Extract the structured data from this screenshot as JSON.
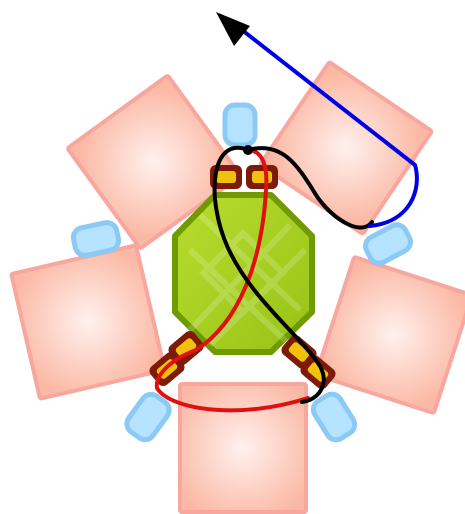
{
  "diagram": {
    "description": "",
    "colors": {
      "tile_fill_center": "#fff1ee",
      "tile_fill_edge": "#fbb9a5",
      "tile_stroke": "#f7a79e",
      "bead_blue_fill": "#b6e3ff",
      "bead_blue_stroke": "#8ccaf6",
      "center_fill": "#a5cf1b",
      "center_stroke": "#6f9a00",
      "bead_brown_fill": "#7e1a08",
      "bead_yellow": "#f1c20c",
      "thread_red": "#e11010",
      "thread_black": "#000000",
      "thread_blue": "#0000e6"
    },
    "elements": {
      "tiles": [
        "top-left",
        "top-right",
        "left",
        "right",
        "bottom"
      ],
      "blue_beads": [
        "top",
        "left",
        "right",
        "bottom-left",
        "bottom-right"
      ],
      "center_octagon": "green-octagon",
      "brown_bead_pairs": [
        "top",
        "bottom-left",
        "bottom-right"
      ],
      "threads": [
        "red-thread",
        "black-thread",
        "blue-thread"
      ],
      "arrow": "direction-arrow"
    }
  }
}
